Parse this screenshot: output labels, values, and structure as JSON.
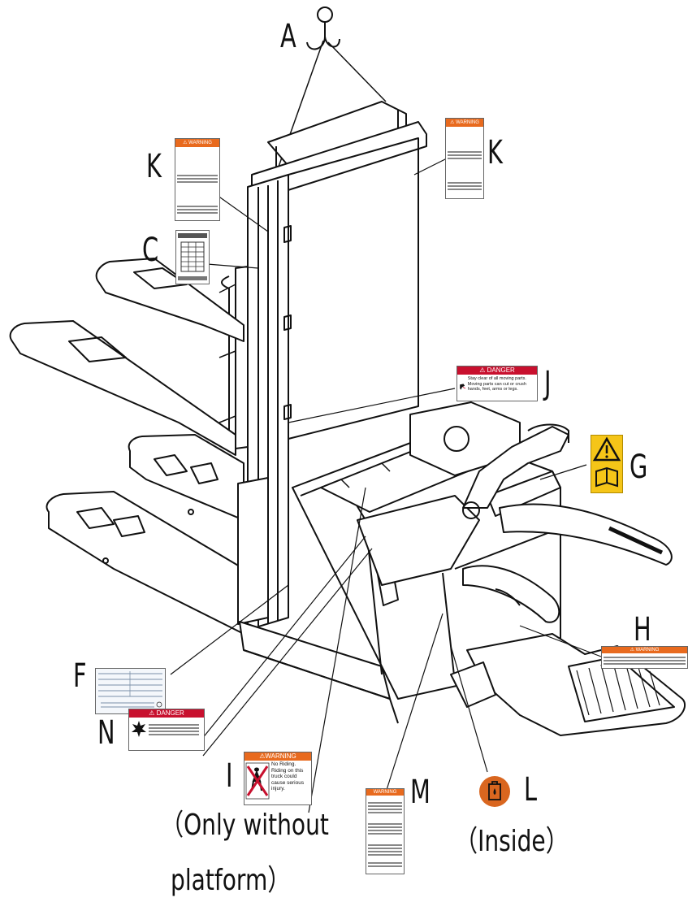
{
  "labels": {
    "A": "A",
    "K1": "K",
    "K2": "K",
    "C": "C",
    "J": "J",
    "G": "G",
    "H": "H",
    "F": "F",
    "N": "N",
    "I": "I",
    "M": "M",
    "L": "L"
  },
  "notes": {
    "only_without_1": "（Only without",
    "only_without_2": "platform）",
    "inside": "（Inside）"
  },
  "decals": {
    "warning_k": "⚠ WARNING",
    "danger_j": "⚠ DANGER",
    "danger_j_text": "Stay clear of all moving parts. Moving parts can cut or crush hands, feet, arms or legs.",
    "warning_h": "⚠ WARNING",
    "danger_n": "⚠ DANGER",
    "warning_i": "⚠WARNING",
    "warning_i_text": "No Riding. Riding on this truck could cause serious injury.",
    "warning_m": "WARNING"
  },
  "colors": {
    "warning_orange": "#e86a1e",
    "danger_red": "#c8102e",
    "caution_yellow": "#f5c518",
    "oil_orange": "#d9661f"
  },
  "icons": [
    "crane-hook-icon",
    "warning-triangle-icon",
    "manual-book-icon",
    "oil-can-icon",
    "no-riding-icon"
  ]
}
